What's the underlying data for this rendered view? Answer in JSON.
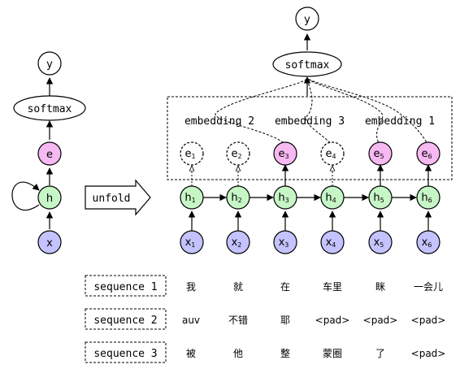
{
  "left": {
    "y_label": "y",
    "softmax_label": "softmax",
    "e_label": "e",
    "h_label": "h",
    "x_label": "x"
  },
  "unfold_label": "unfold",
  "right": {
    "y_label": "y",
    "softmax_label": "softmax",
    "embedding_labels": [
      "embedding 2",
      "embedding 3",
      "embedding 1"
    ],
    "steps": [
      {
        "e": "e",
        "h": "h",
        "x": "x",
        "sub": "1",
        "active": false
      },
      {
        "e": "e",
        "h": "h",
        "x": "x",
        "sub": "2",
        "active": false
      },
      {
        "e": "e",
        "h": "h",
        "x": "x",
        "sub": "3",
        "active": true
      },
      {
        "e": "e",
        "h": "h",
        "x": "x",
        "sub": "4",
        "active": false
      },
      {
        "e": "e",
        "h": "h",
        "x": "x",
        "sub": "5",
        "active": true
      },
      {
        "e": "e",
        "h": "h",
        "x": "x",
        "sub": "6",
        "active": true
      }
    ]
  },
  "sequences": [
    {
      "label": "sequence 1",
      "tokens": [
        "我",
        "就",
        "在",
        "车里",
        "眯",
        "一会儿"
      ]
    },
    {
      "label": "sequence 2",
      "tokens": [
        "auv",
        "不错",
        "耶",
        "<pad>",
        "<pad>",
        "<pad>"
      ]
    },
    {
      "label": "sequence 3",
      "tokens": [
        "被",
        "他",
        "整",
        "蒙圈",
        "了",
        "<pad>"
      ]
    }
  ],
  "colors": {
    "green": "#c6f5c6",
    "pink": "#f7b9f2",
    "blue": "#c4c2ff",
    "white": "#ffffff",
    "stroke": "#000000"
  }
}
